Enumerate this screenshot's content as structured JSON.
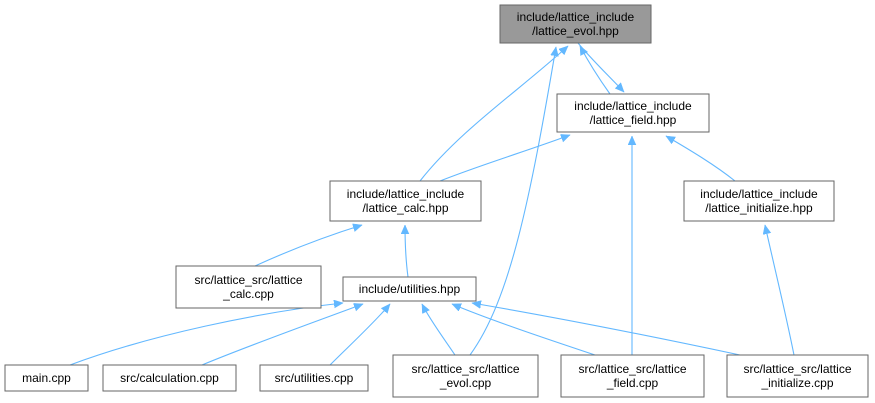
{
  "title": "",
  "colors": {
    "edge": "#63b8ff",
    "node_fill": "#ffffff",
    "node_border": "#666666",
    "root_fill": "#999999"
  },
  "nodes": [
    {
      "id": "lattice_evol_hpp",
      "lines": [
        "include/lattice_include",
        "/lattice_evol.hpp"
      ],
      "highlighted": true
    },
    {
      "id": "lattice_field_hpp",
      "lines": [
        "include/lattice_include",
        "/lattice_field.hpp"
      ]
    },
    {
      "id": "lattice_calc_hpp",
      "lines": [
        "include/lattice_include",
        "/lattice_calc.hpp"
      ]
    },
    {
      "id": "lattice_initialize_hpp",
      "lines": [
        "include/lattice_include",
        "/lattice_initialize.hpp"
      ]
    },
    {
      "id": "lattice_calc_cpp",
      "lines": [
        "src/lattice_src/lattice",
        "_calc.cpp"
      ]
    },
    {
      "id": "utilities_hpp",
      "lines": [
        "include/utilities.hpp"
      ]
    },
    {
      "id": "main_cpp",
      "lines": [
        "main.cpp"
      ]
    },
    {
      "id": "calculation_cpp",
      "lines": [
        "src/calculation.cpp"
      ]
    },
    {
      "id": "utilities_cpp",
      "lines": [
        "src/utilities.cpp"
      ]
    },
    {
      "id": "lattice_evol_cpp",
      "lines": [
        "src/lattice_src/lattice",
        "_evol.cpp"
      ]
    },
    {
      "id": "lattice_field_cpp",
      "lines": [
        "src/lattice_src/lattice",
        "_field.cpp"
      ]
    },
    {
      "id": "lattice_initialize_cpp",
      "lines": [
        "src/lattice_src/lattice",
        "_initialize.cpp"
      ]
    }
  ],
  "edges": [
    {
      "from": "lattice_field_hpp",
      "to": "lattice_evol_hpp"
    },
    {
      "from": "lattice_evol_hpp",
      "to": "lattice_field_hpp"
    },
    {
      "from": "lattice_calc_hpp",
      "to": "lattice_evol_hpp"
    },
    {
      "from": "lattice_evol_cpp",
      "to": "lattice_evol_hpp"
    },
    {
      "from": "lattice_calc_hpp",
      "to": "lattice_field_hpp"
    },
    {
      "from": "lattice_field_cpp",
      "to": "lattice_field_hpp"
    },
    {
      "from": "lattice_initialize_hpp",
      "to": "lattice_field_hpp"
    },
    {
      "from": "lattice_calc_cpp",
      "to": "lattice_calc_hpp"
    },
    {
      "from": "utilities_hpp",
      "to": "lattice_calc_hpp"
    },
    {
      "from": "lattice_initialize_cpp",
      "to": "lattice_initialize_hpp"
    },
    {
      "from": "main_cpp",
      "to": "utilities_hpp"
    },
    {
      "from": "calculation_cpp",
      "to": "utilities_hpp"
    },
    {
      "from": "utilities_cpp",
      "to": "utilities_hpp"
    },
    {
      "from": "lattice_evol_cpp",
      "to": "utilities_hpp"
    },
    {
      "from": "lattice_field_cpp",
      "to": "utilities_hpp"
    },
    {
      "from": "lattice_initialize_cpp",
      "to": "utilities_hpp"
    }
  ]
}
